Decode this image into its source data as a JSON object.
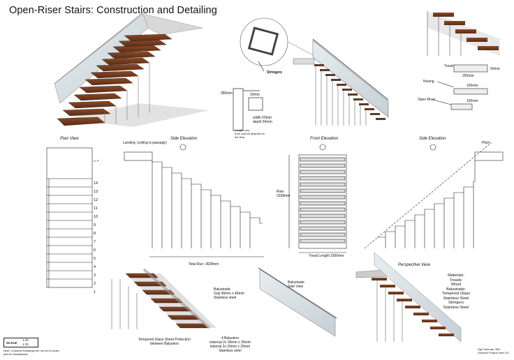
{
  "title": "Open-Riser Stairs: Construction and Detailing",
  "views": {
    "plan": "Plan View",
    "side1": "Side Elevation",
    "front": "Front Elevation",
    "side2": "Side Elevation",
    "perspective": "Perspective View"
  },
  "labels": {
    "stringers": "Stringers",
    "landing": "Landing",
    "landing_note": "(ceiling is passage)",
    "total_run": "Total Run: 3628mm",
    "rise": "Rise: 3108mm",
    "tread_length": "Tread Length:1500mm",
    "pitch": "Pitch",
    "tread": "Tread",
    "nosing": "Nosing",
    "open_riser": "Open Riser",
    "up": "UP",
    "balustrade": "Balustrade\nGrip 40mm x 40mm\nStainless steel",
    "balustrade_side": "Balustrade\nSide View",
    "glass": "Tempered Glass Sheet Protection\nbetween Balusters",
    "balusters": "4 Balusters\nexternal 2x 30mm x 30mm\ninternal 2x 20mm x 20mm\nStainless steel",
    "dim_a": "280mm",
    "dim_b": "20mm",
    "dim_c": "width 20mm\ndepth 50mm",
    "dim_d": "Length vary\nfrom column attached to\nthe floor",
    "tread_dim1": "50mm",
    "tread_dim2": "250mm",
    "nosing_dim": "150mm",
    "riser_dim": "150mm",
    "note": "Note: Coloured Drawings are not set to scale,\njust for visualisation",
    "author": "Sgt Coleman, BID\nSummer Project Year 2/3"
  },
  "scale": {
    "label": "SCALE",
    "v1": "1:20",
    "v2": "1:10"
  },
  "materials": {
    "heading": "Materials:",
    "items": [
      "Treads:",
      "Wood",
      "Balustrade:",
      "Tempered Glass",
      "Stainless Steel",
      "Stringers",
      "Stainless Steel"
    ]
  },
  "step_numbers": [
    "14",
    "13",
    "12",
    "11",
    "10",
    "9",
    "8",
    "7",
    "6",
    "5",
    "4",
    "3",
    "2",
    "1"
  ]
}
